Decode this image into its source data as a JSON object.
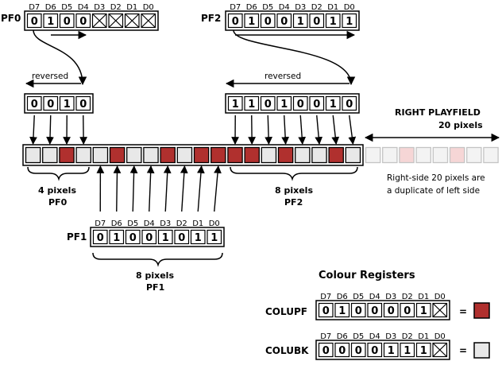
{
  "bit_labels": [
    "D7",
    "D6",
    "D5",
    "D4",
    "D3",
    "D2",
    "D1",
    "D0"
  ],
  "pf0": {
    "name": "PF0",
    "bits": [
      "0",
      "1",
      "0",
      "0",
      "x",
      "x",
      "x",
      "x"
    ]
  },
  "pf1": {
    "name": "PF1",
    "bits": [
      "0",
      "1",
      "0",
      "0",
      "1",
      "0",
      "1",
      "1"
    ]
  },
  "pf2": {
    "name": "PF2",
    "bits": [
      "0",
      "1",
      "0",
      "0",
      "1",
      "0",
      "1",
      "1"
    ]
  },
  "pf0_reversed": {
    "label": "reversed",
    "bits": [
      "0",
      "0",
      "1",
      "0"
    ]
  },
  "pf2_reversed": {
    "label": "reversed",
    "bits": [
      "1",
      "1",
      "0",
      "1",
      "0",
      "0",
      "1",
      "0"
    ]
  },
  "playfield_left": [
    0,
    0,
    1,
    0,
    0,
    1,
    0,
    0,
    1,
    0,
    1,
    1,
    1,
    1,
    0,
    1,
    0,
    0,
    1,
    0
  ],
  "playfield_right": [
    0,
    0,
    1,
    0,
    0,
    1,
    0,
    0
  ],
  "captions": {
    "pf0": [
      "4 pixels",
      "PF0"
    ],
    "pf1": [
      "8 pixels",
      "PF1"
    ],
    "pf2": [
      "8 pixels",
      "PF2"
    ],
    "right_title": [
      "RIGHT PLAYFIELD",
      "20 pixels"
    ],
    "right_note": [
      "Right-side 20 pixels are",
      "a duplicate of left side"
    ]
  },
  "colour_registers": {
    "title": "Colour Registers",
    "equals": "=",
    "colupf": {
      "name": "COLUPF",
      "bits": [
        "0",
        "1",
        "0",
        "0",
        "0",
        "0",
        "1",
        "x"
      ],
      "swatch": "#b0302e"
    },
    "colubk": {
      "name": "COLUBK",
      "bits": [
        "0",
        "0",
        "0",
        "0",
        "1",
        "1",
        "1",
        "x"
      ],
      "swatch": "#e8e8e8"
    }
  },
  "colors": {
    "playfield_on": "#b0302e",
    "playfield_off": "#e8e8e8",
    "playfield_on_faded": "#f6d6d6",
    "playfield_off_faded": "#f3f3f3",
    "stroke": "#000000",
    "stroke_faded": "#c4c4c4"
  }
}
